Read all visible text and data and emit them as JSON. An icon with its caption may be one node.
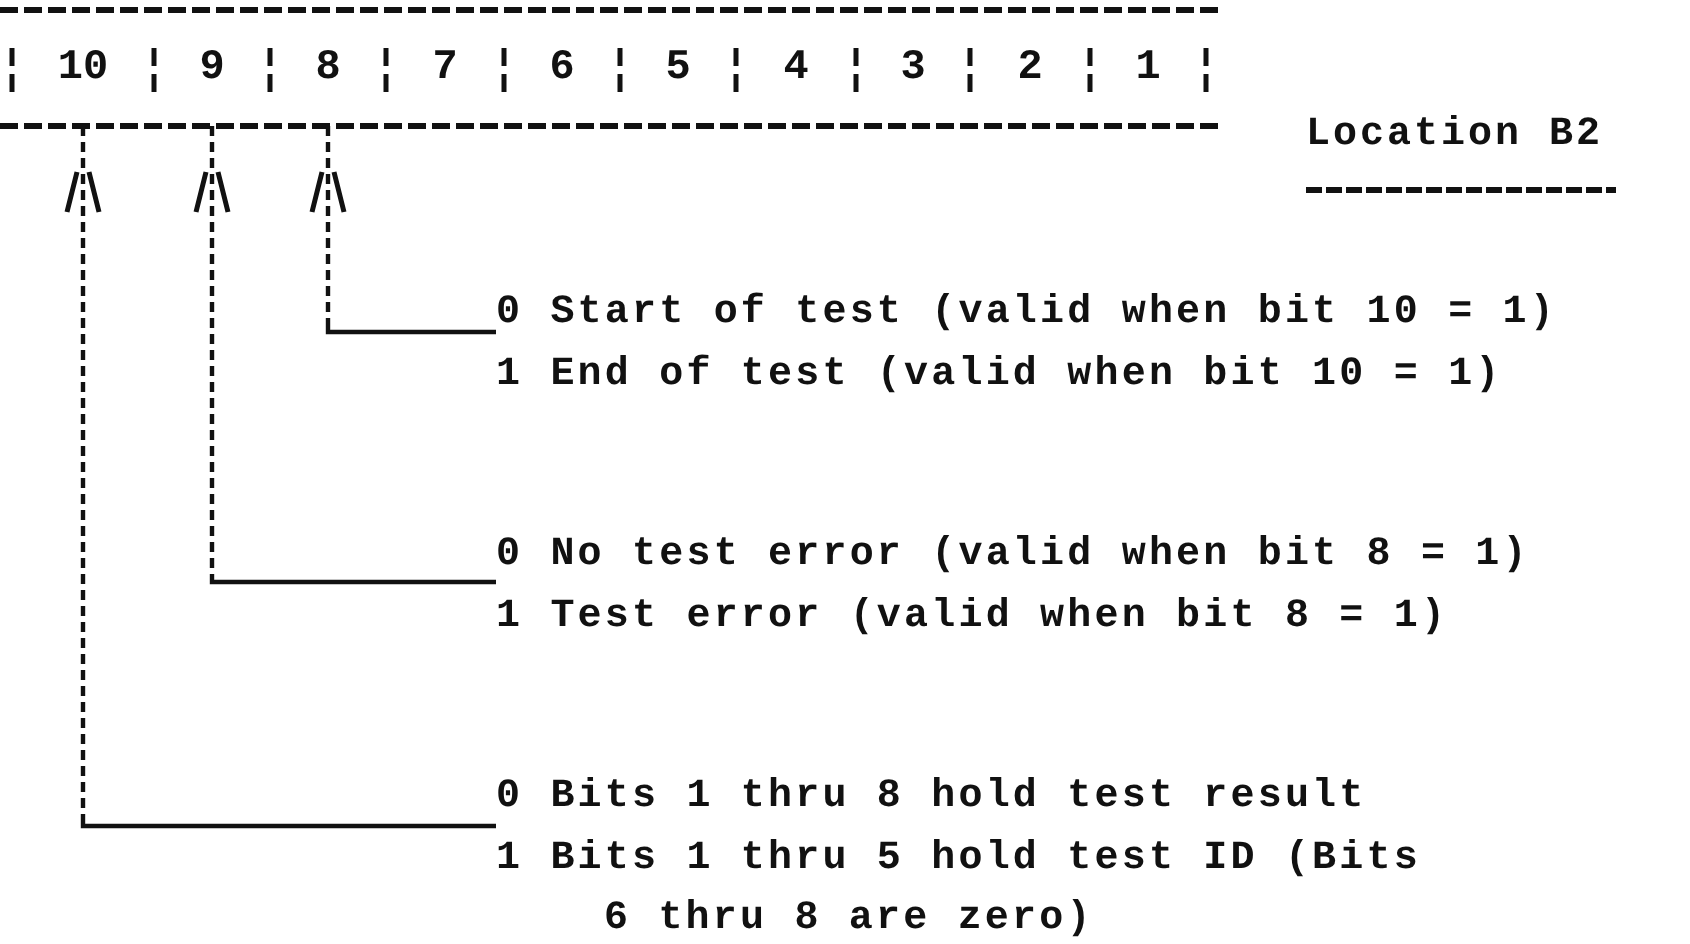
{
  "diagram": {
    "nodes": [
      {
        "text": [
          "10"
        ]
      },
      {
        "text": [
          "9"
        ]
      },
      {
        "text": [
          "8"
        ]
      },
      {
        "text": [
          "7"
        ]
      },
      {
        "text": [
          "6"
        ]
      },
      {
        "text": [
          "5"
        ]
      },
      {
        "text": [
          "4"
        ]
      },
      {
        "text": [
          "3"
        ]
      },
      {
        "text": [
          "2"
        ]
      },
      {
        "text": [
          "1"
        ]
      },
      {
        "text": [
          "0 Start of test (valid when bit 10 = 1)",
          "1 End of test (valid when bit 10 = 1)"
        ]
      },
      {
        "text": [
          "0 No test error (valid when bit 8 = 1)",
          "1 Test error (valid when bit 8 = 1)"
        ]
      },
      {
        "text": [
          "0 Bits 1 thru 8 hold test result",
          "1 Bits 1 thru 5 hold test ID (Bits 6 thru 8 are zero)"
        ]
      }
    ],
    "edges": [
      {
        "from": 2,
        "to": 10,
        "arrow": "none",
        "style": "dashed"
      },
      {
        "from": 1,
        "to": 11,
        "arrow": "none",
        "style": "dashed"
      },
      {
        "from": 0,
        "to": 12,
        "arrow": "none",
        "style": "dashed"
      }
    ],
    "labels": [
      "Location B2"
    ]
  }
}
